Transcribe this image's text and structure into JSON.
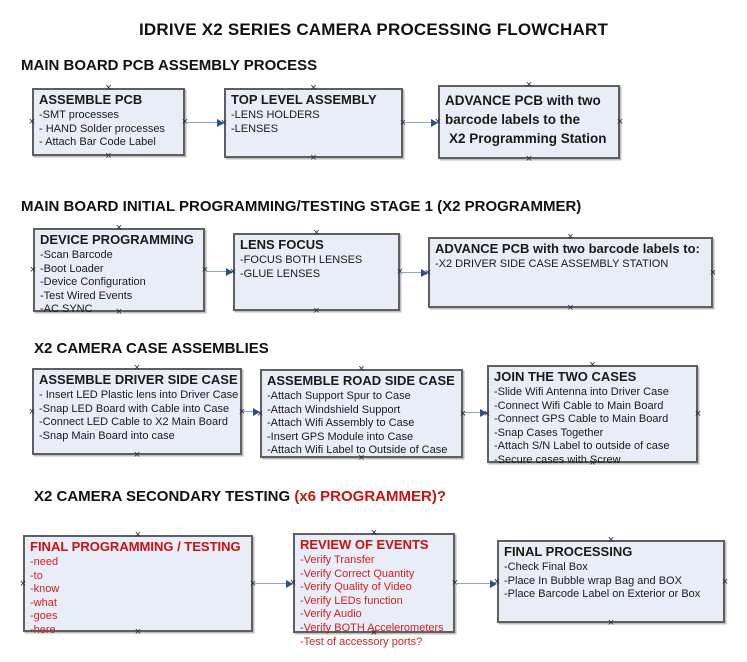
{
  "title": "IDRIVE X2  SERIES CAMERA PROCESSING FLOWCHART",
  "colors": {
    "box_fill": "#e8edf7",
    "box_border": "#5f5f5f",
    "arrow_line": "#8fa5c8",
    "arrow_head": "#2d4d8e",
    "red_text": "#cc1111",
    "black_text": "#111111"
  },
  "sections": [
    {
      "header": "MAIN BOARD PCB ASSEMBLY PROCESS",
      "boxes": [
        {
          "title": "ASSEMBLE PCB",
          "items": [
            "-SMT processes",
            "- HAND Solder processes",
            "- Attach Bar Code Label"
          ]
        },
        {
          "title": "TOP LEVEL ASSEMBLY",
          "items": [
            "-LENS HOLDERS",
            "-LENSES"
          ]
        },
        {
          "title_lines": [
            "ADVANCE PCB with two",
            "barcode labels to the",
            "X2 Programming Station"
          ],
          "items": []
        }
      ]
    },
    {
      "header": "MAIN BOARD INITIAL PROGRAMMING/TESTING STAGE 1 (X2 PROGRAMMER)",
      "boxes": [
        {
          "title": "DEVICE PROGRAMMING",
          "items": [
            "-Scan Barcode",
            "-Boot Loader",
            "-Device Configuration",
            "-Test Wired Events",
            "-AC SYNC"
          ]
        },
        {
          "title": "LENS FOCUS",
          "items": [
            "-FOCUS BOTH LENSES",
            "-GLUE LENSES"
          ]
        },
        {
          "title": "ADVANCE PCB with two barcode labels to:",
          "items": [
            "-X2 DRIVER  SIDE  CASE  ASSEMBLY STATION"
          ]
        }
      ]
    },
    {
      "header": "X2 CAMERA CASE ASSEMBLIES",
      "boxes": [
        {
          "title": "ASSEMBLE DRIVER SIDE CASE",
          "items": [
            "- Insert LED Plastic lens into Driver Case",
            "-Snap LED Board with Cable into Case",
            "-Connect LED Cable to X2 Main Board",
            "-Snap Main Board into case"
          ]
        },
        {
          "title": "ASSEMBLE ROAD SIDE CASE",
          "items": [
            "-Attach Support Spur to Case",
            "-Attach Windshield Support",
            "-Attach Wifi Assembly to Case",
            "-Insert GPS Module into Case",
            "-Attach Wifi Label to Outside of Case"
          ]
        },
        {
          "title": "JOIN THE TWO CASES",
          "items": [
            "-Slide Wifi Antenna into Driver Case",
            "-Connect Wifi Cable to Main Board",
            "-Connect GPS Cable to Main Board",
            "-Snap Cases Together",
            "-Attach S/N Label to outside of case",
            "-Secure cases with Screw"
          ]
        }
      ]
    },
    {
      "header": "X2 CAMERA SECONDARY TESTING ",
      "header_suffix": " (x6 PROGRAMMER)?",
      "boxes": [
        {
          "title": "FINAL PROGRAMMING / TESTING",
          "red": true,
          "items": [
            "-need",
            "-to",
            "-know",
            "-what",
            "-goes",
            "-here"
          ]
        },
        {
          "title": "REVIEW OF EVENTS",
          "red": true,
          "items": [
            "-Verify Transfer",
            "-Verify Correct Quantity",
            "-Verify Quality of Video",
            "-Verify LEDs function",
            "-Verify Audio",
            "-Verify BOTH Accelerometers",
            "-Test of accessory ports?"
          ]
        },
        {
          "title": "FINAL PROCESSING",
          "items": [
            " -Check Final Box",
            "-Place In Bubble wrap Bag and BOX",
            "-Place Barcode Label on Exterior or Box"
          ]
        }
      ]
    }
  ]
}
